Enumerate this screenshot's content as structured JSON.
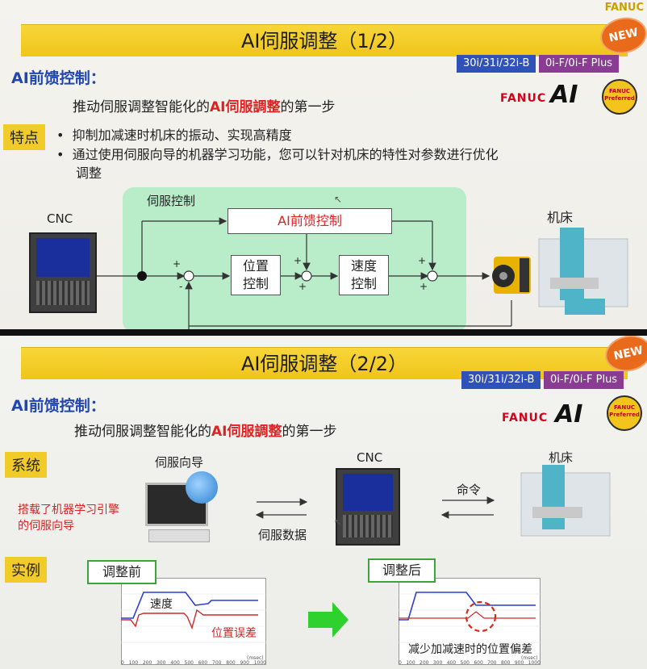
{
  "slide1": {
    "title": "AI伺服调整（1/2）",
    "new_badge": "NEW",
    "tag_series": "30i/31i/32i-B",
    "tag_models": "0i-F/0i-F Plus",
    "section_heading": "AI前馈控制：",
    "subtitle_pre": "推动伺服调整智能化的",
    "subtitle_highlight": "AI伺服調整",
    "subtitle_post": "的第一步",
    "feature_tag": "特点",
    "bullets": [
      "抑制加减速时机床的振动、实现高精度",
      "通过使用伺服向导的机器学习功能，您可以针对机床的特性对参数进行优化调整"
    ],
    "bullet_2_line1": "通过使用伺服向导的机器学习功能，您可以针对机床的特性对参数进行优化",
    "bullet_2_line2": "调整",
    "brand_fanuc": "FANUC",
    "brand_ai": "AI",
    "pref_logo": "FANUC Preferred",
    "diagram": {
      "cnc_label": "CNC",
      "servo_control_label": "伺服控制",
      "ai_ff_label": "AI前馈控制",
      "position_ctrl_l1": "位置",
      "position_ctrl_l2": "控制",
      "speed_ctrl_l1": "速度",
      "speed_ctrl_l2": "控制",
      "machine_label": "机床",
      "plus": "+",
      "minus": "-"
    },
    "corner_logo": "FANUC"
  },
  "slide2": {
    "title": "AI伺服调整（2/2）",
    "new_badge": "NEW",
    "tag_series": "30i/31i/32i-B",
    "tag_models": "0i-F/0i-F Plus",
    "section_heading": "AI前馈控制：",
    "subtitle_pre": "推动伺服调整智能化的",
    "subtitle_highlight": "AI伺服調整",
    "subtitle_post": "的第一步",
    "system_tag": "系统",
    "example_tag": "实例",
    "brand_fanuc": "FANUC",
    "brand_ai": "AI",
    "pref_logo": "FANUC Preferred",
    "servo_guide_label": "伺服向导",
    "cnc_label": "CNC",
    "machine_label": "机床",
    "command_label": "命令",
    "servo_data_label": "伺服数据",
    "ml_note_l1": "搭载了机器学习引擎",
    "ml_note_l2": "的伺服向导",
    "before_label": "调整前",
    "after_label": "调整后",
    "speed_label": "速度",
    "pos_error_label": "位置误差",
    "after_note": "减少加减速时的位置偏差",
    "x_ticks": [
      "0",
      "100",
      "200",
      "300",
      "400",
      "500",
      "600",
      "700",
      "800",
      "900",
      "1000"
    ],
    "x_unit": "(msec)"
  },
  "colors": {
    "title_yellow": "#f0c51a",
    "heading_blue": "#2146b0",
    "highlight_red": "#d22222",
    "green_zone": "#b9ecc9",
    "speed_line": "#2b3fd1",
    "error_line": "#cc2a2a",
    "arrow_green": "#2fd12f"
  }
}
